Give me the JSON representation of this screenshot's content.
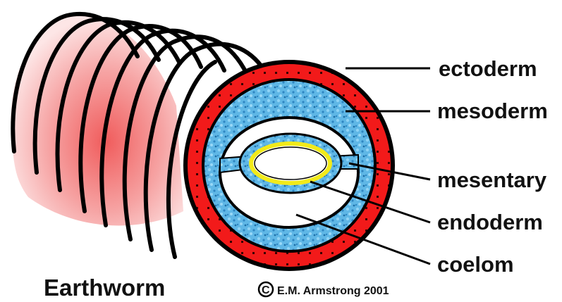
{
  "labels": {
    "ectoderm": "ectoderm",
    "mesoderm": "mesoderm",
    "mesentary": "mesentary",
    "endoderm": "endoderm",
    "coelom": "coelom"
  },
  "title": "Earthworm",
  "copyright": "E.M. Armstrong 2001",
  "copyright_symbol": "C",
  "colors": {
    "ectoderm": "#f21a1a",
    "mesoderm": "#5fb7e6",
    "endoderm_ring": "#f2ea1a",
    "body_pink": "#f7b5b5",
    "body_pink_deep": "#f06a6a",
    "outline": "#000000"
  }
}
